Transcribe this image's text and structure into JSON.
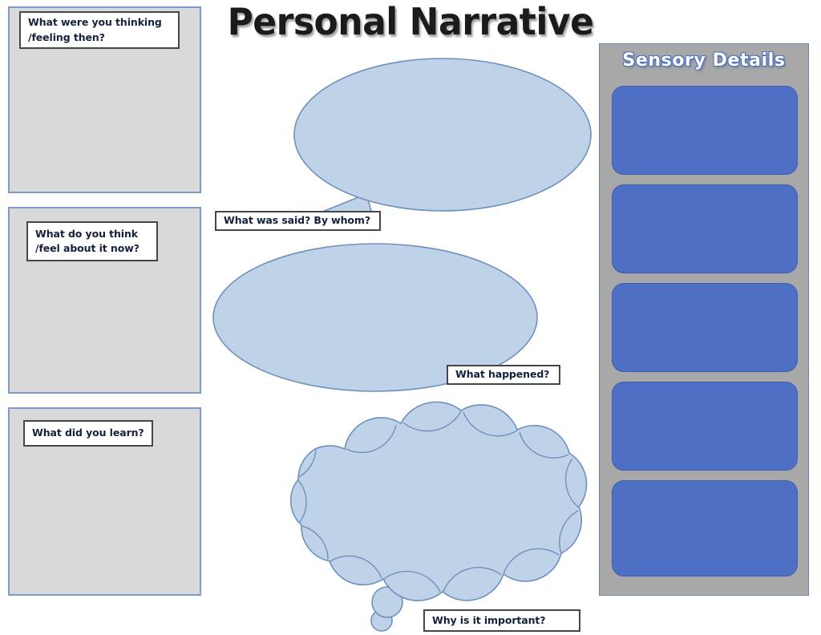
{
  "page": {
    "title": "Personal Narrative",
    "background_color": "#ffffff"
  },
  "colors": {
    "gray_panel_fill": "#d9d9d9",
    "gray_panel_border": "#7b9bc8",
    "label_box_fill": "#ffffff",
    "label_box_border": "#464646",
    "bubble_fill": "#bed3e8",
    "bubble_border": "#6f8fbd",
    "sensory_panel_fill": "#a8a8a8",
    "sensory_box_fill": "#4d6fc4",
    "sensory_title_color": "#ffffff",
    "title_color": "#1b1b1b"
  },
  "left_column": {
    "panels": [
      {
        "id": "thinking-feeling-then",
        "label_lines": [
          "What were you thinking",
          "/feeling then?"
        ],
        "label_text": "What were you thinking /feeling then?"
      },
      {
        "id": "think-feel-now",
        "label_lines": [
          "What do you think",
          "/feel about it now?"
        ],
        "label_text": "What do you think /feel about it now?"
      },
      {
        "id": "what-did-you-learn",
        "label_lines": [
          "What did you learn?"
        ],
        "label_text": "What did you learn?"
      }
    ]
  },
  "center_column": {
    "bubbles": [
      {
        "id": "what-was-said",
        "shape": "speech-ellipse-with-tail",
        "label": "What was said? By whom?"
      },
      {
        "id": "what-happened",
        "shape": "ellipse",
        "label": "What happened?"
      },
      {
        "id": "why-is-it-important",
        "shape": "thought-cloud",
        "label": "Why is it important?"
      }
    ]
  },
  "sensory_details": {
    "title": "Sensory Details",
    "boxes": [
      {
        "id": "sensory-box-1",
        "label": ""
      },
      {
        "id": "sensory-box-2",
        "label": ""
      },
      {
        "id": "sensory-box-3",
        "label": ""
      },
      {
        "id": "sensory-box-4",
        "label": ""
      },
      {
        "id": "sensory-box-5",
        "label": ""
      }
    ]
  }
}
